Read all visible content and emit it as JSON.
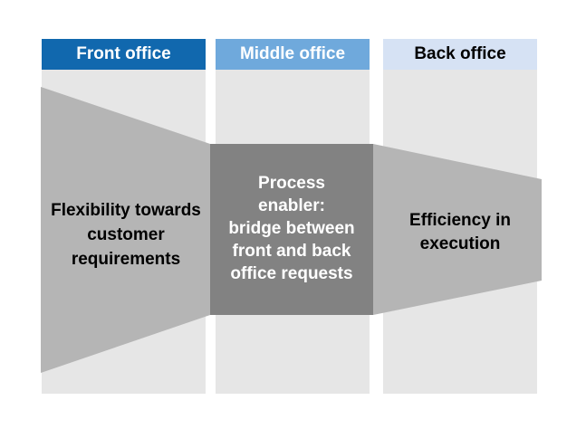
{
  "diagram": {
    "columns": [
      {
        "id": "front-office",
        "header": "Front office",
        "header_bg": "#1168AE",
        "header_text_color": "#FFFFFF",
        "body": "Flexibility towards\ncustomer\nrequirements",
        "body_text_color": "#000000"
      },
      {
        "id": "middle-office",
        "header": "Middle office",
        "header_bg": "#6FA9DC",
        "header_text_color": "#FFFFFF",
        "body": "Process\nenabler:\nbridge between\nfront and back\noffice requests",
        "body_text_color": "#FFFFFF"
      },
      {
        "id": "back-office",
        "header": "Back office",
        "header_bg": "#D6E2F4",
        "header_text_color": "#000000",
        "body": "Efficiency in\nexecution",
        "body_text_color": "#000000"
      }
    ],
    "colors": {
      "canvas_bg": "#FFFFFF",
      "column_bg": "#E6E6E6",
      "funnel_shape": "#B5B5B5",
      "center_box": "#828282"
    }
  }
}
